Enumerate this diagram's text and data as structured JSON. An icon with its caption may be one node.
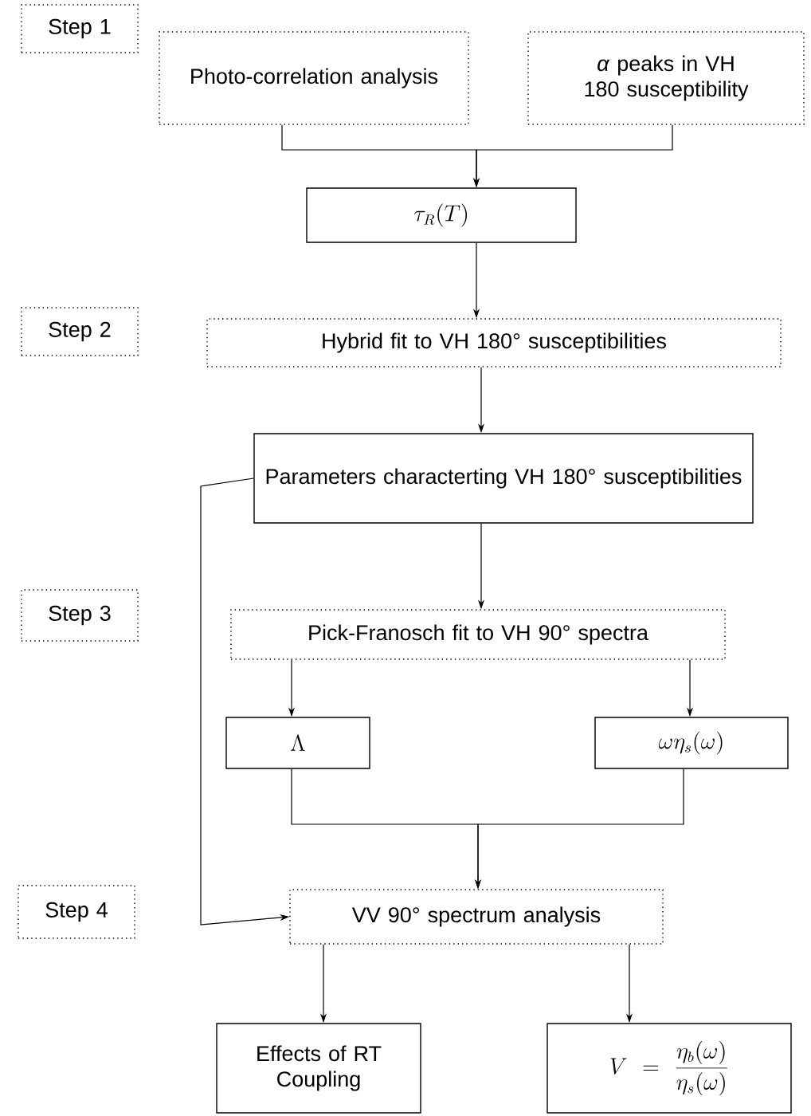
{
  "diagram": {
    "nodes": [
      {
        "text": [
          "Step 1"
        ]
      },
      {
        "text": [
          "Photo-correlation analysis"
        ]
      },
      {
        "text": [
          "*α* peaks in VH 180 susceptibility"
        ]
      },
      {
        "text": [
          "\\tau_R(T)"
        ]
      },
      {
        "text": [
          "Step 2"
        ]
      },
      {
        "text": [
          "Hybrid fit to VH 180° susceptibilities"
        ]
      },
      {
        "text": [
          "Parameters characterting VH 180° susceptibilities"
        ]
      },
      {
        "text": [
          "Step 3"
        ]
      },
      {
        "text": [
          "Pick-Franosch fit to VH 90° spectra"
        ]
      },
      {
        "text": [
          "\\Lambda"
        ]
      },
      {
        "text": [
          "\\omega\\eta_s(\\omega)"
        ]
      },
      {
        "text": [
          "Step 4"
        ]
      },
      {
        "text": [
          "VV 90° spectrum analysis"
        ]
      },
      {
        "text": [
          "Effects of RT Coupling"
        ]
      },
      {
        "text": [
          "V=\\frac{\\eta_b(\\omega)}{\\eta_s(\\omega)}"
        ]
      }
    ],
    "edges": [
      {
        "from": 1,
        "to": 3,
        "arrow": "to"
      },
      {
        "from": 2,
        "to": 3,
        "arrow": "to"
      },
      {
        "from": 3,
        "to": 5,
        "arrow": "to"
      },
      {
        "from": 5,
        "to": 6,
        "arrow": "to"
      },
      {
        "from": 6,
        "to": 8,
        "arrow": "to"
      },
      {
        "from": 8,
        "to": 9,
        "arrow": "to"
      },
      {
        "from": 8,
        "to": 10,
        "arrow": "to"
      },
      {
        "from": 9,
        "to": 12,
        "arrow": "to"
      },
      {
        "from": 10,
        "to": 12,
        "arrow": "to"
      },
      {
        "from": 6,
        "to": 12,
        "arrow": "to"
      },
      {
        "from": 12,
        "to": 13,
        "arrow": "to"
      },
      {
        "from": 12,
        "to": 14,
        "arrow": "to"
      }
    ]
  }
}
